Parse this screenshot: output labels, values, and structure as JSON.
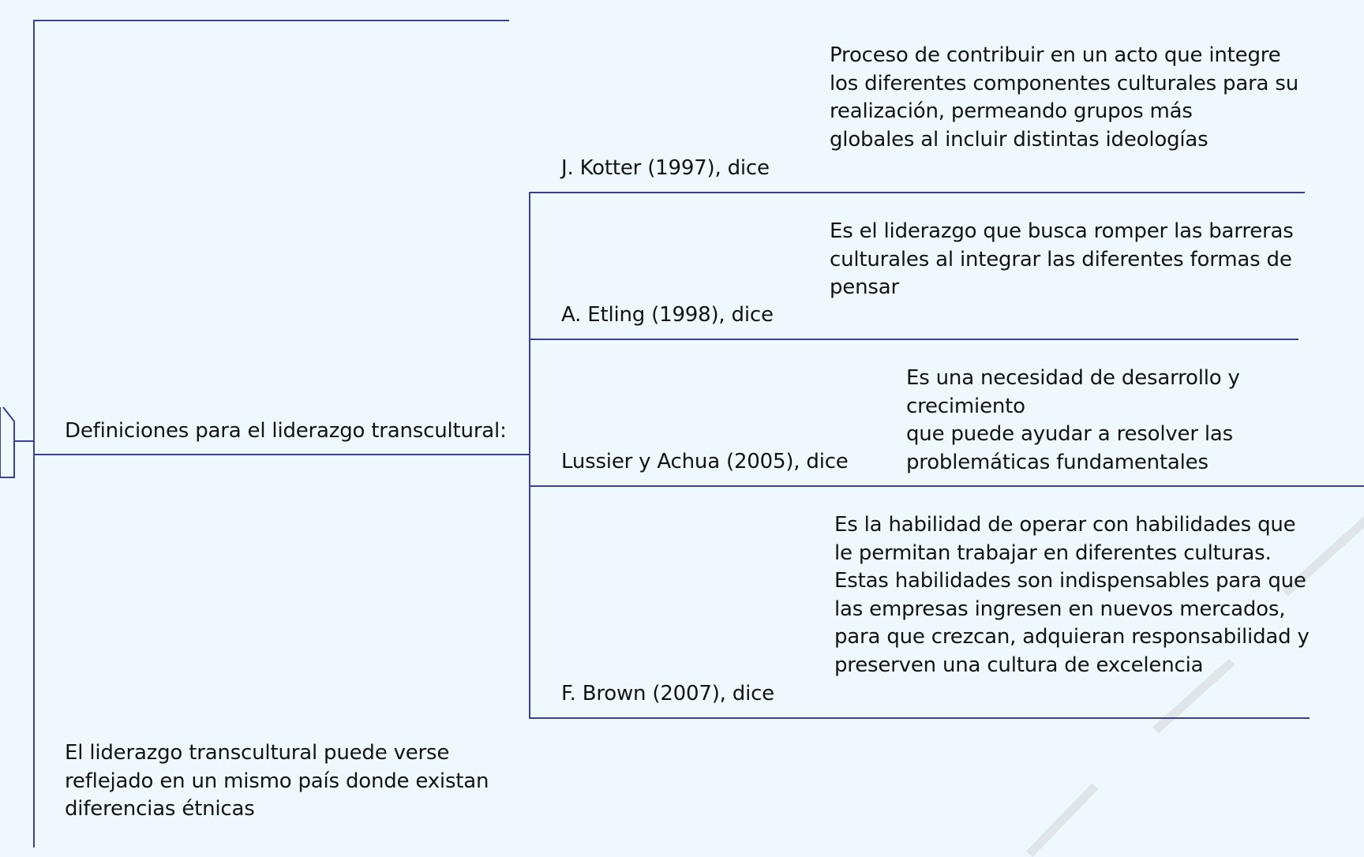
{
  "diagram": {
    "root_label": "Definiciones para el liderazgo transcultural:",
    "branches": [
      {
        "author": "J. Kotter (1997), dice",
        "definition": "Proceso de contribuir en un acto que integre\nlos diferentes componentes culturales para su\nrealización, permeando grupos más\nglobales al incluir distintas ideologías"
      },
      {
        "author": "A. Etling (1998), dice",
        "definition": "Es el liderazgo que busca romper las barreras\nculturales al integrar las diferentes formas de\npensar"
      },
      {
        "author": "Lussier y Achua (2005), dice",
        "definition": "Es una necesidad de desarrollo y crecimiento\nque puede ayudar a resolver las\nproblemáticas fundamentales"
      },
      {
        "author": "F. Brown (2007), dice",
        "definition": "Es la habilidad de operar con habilidades que\nle permitan trabajar en diferentes culturas.\nEstas habilidades son indispensables para que\nlas empresas ingresen en nuevos mercados,\npara que crezcan, adquieran responsabilidad y\npreserven una cultura de excelencia"
      }
    ],
    "sibling_note": "El liderazgo transcultural puede verse\nreflejado en un mismo país donde existan\ndiferencias étnicas"
  },
  "colors": {
    "background": "#eff9fd",
    "connector": "#3b3f97",
    "text": "#101418",
    "watermark": "#dfe5e9"
  }
}
